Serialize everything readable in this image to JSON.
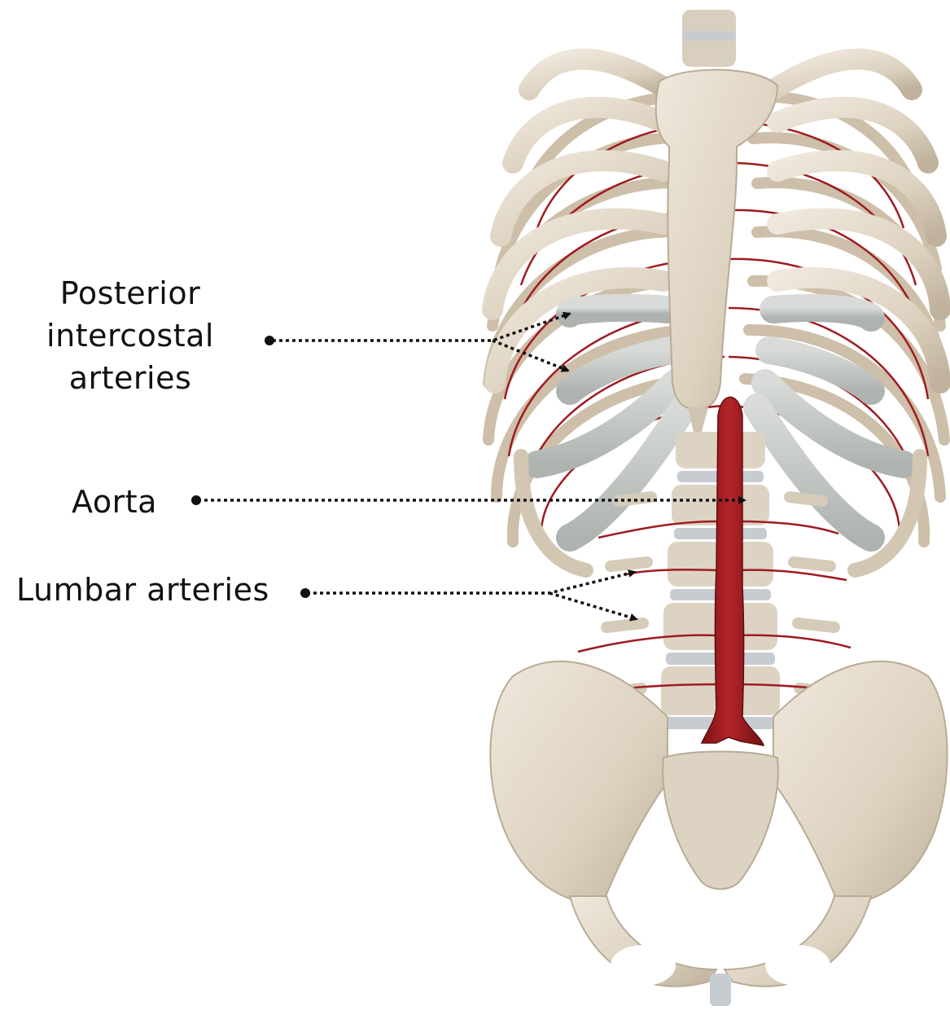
{
  "labels": {
    "posterior": {
      "line1": "Posterior",
      "line2": "intercostal",
      "line3": "arteries"
    },
    "aorta": "Aorta",
    "lumbar": "Lumbar arteries"
  },
  "colors": {
    "bone": "#e6ddcf",
    "bone_shadow": "#b9ab95",
    "cartilage": "#c9ccc9",
    "artery": "#9e1b20",
    "artery_dark": "#6e1014",
    "disc": "#c7ccd1",
    "leader": "#111111"
  },
  "icons": [
    "leader-dot",
    "arrowhead"
  ]
}
